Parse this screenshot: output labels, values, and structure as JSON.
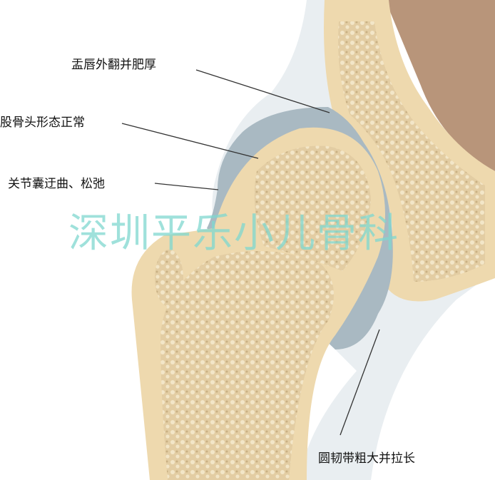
{
  "labels": {
    "labrum": "盂唇外翻并肥厚",
    "femoral_head": "股骨头形态正常",
    "capsule": "关节囊迂曲、松弛",
    "ligament": "圆韧带粗大并拉长"
  },
  "watermark": "深圳平乐小儿骨科",
  "colors": {
    "bone": "#eed9ae",
    "cancellous": "#d9c39a",
    "cartilage": "#9fb0b8",
    "muscle": "#b8957a",
    "watermark": "#7fd8d0"
  }
}
